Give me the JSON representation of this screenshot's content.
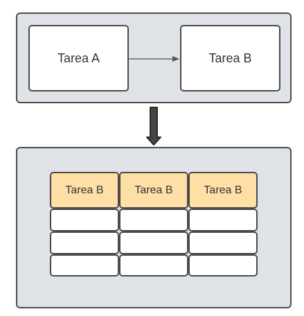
{
  "colors": {
    "panel_fill": "#dfe2e7",
    "border": "#4a4a4a",
    "box_fill": "#ffffff",
    "header_fill": "#ffdfa6",
    "text": "#333333"
  },
  "top": {
    "task_a": "Tarea A",
    "task_b": "Tarea B"
  },
  "table": {
    "headers": [
      "Tarea B",
      "Tarea B",
      "Tarea B"
    ],
    "rows": [
      [
        "",
        "",
        ""
      ],
      [
        "",
        "",
        ""
      ],
      [
        "",
        "",
        ""
      ]
    ]
  }
}
